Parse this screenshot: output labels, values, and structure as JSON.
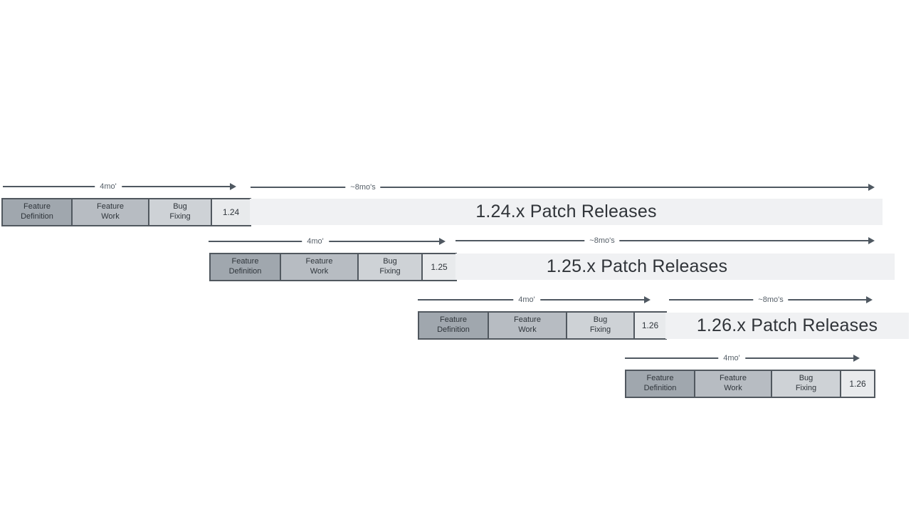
{
  "diagram": {
    "name": "release-cadence-diagram",
    "background": "#ffffff"
  },
  "colors": {
    "phase_feature_definition": "#a0a7ae",
    "phase_feature_work": "#b7bcc2",
    "phase_bug_fixing": "#ced2d6",
    "version_box": "#e8eaec",
    "box_border": "#51585f",
    "patch_bar": "#f0f1f3",
    "arrow": "#4f5861",
    "box_text": "#2f353b",
    "arrow_label_text": "#565f68",
    "patch_text": "#303439"
  },
  "rows": [
    {
      "version": "1.24",
      "phases": [
        "Feature\nDefinition",
        "Feature\nWork",
        "Bug\nFixing"
      ],
      "dev_duration": "4mo'",
      "patch_duration": "~8mo's",
      "patch_label": "1.24.x Patch Releases"
    },
    {
      "version": "1.25",
      "phases": [
        "Feature\nDefinition",
        "Feature\nWork",
        "Bug\nFixing"
      ],
      "dev_duration": "4mo'",
      "patch_duration": "~8mo's",
      "patch_label": "1.25.x Patch Releases"
    },
    {
      "version": "1.26",
      "phases": [
        "Feature\nDefinition",
        "Feature\nWork",
        "Bug\nFixing"
      ],
      "dev_duration": "4mo'",
      "patch_duration": "~8mo's",
      "patch_label": "1.26.x Patch Releases"
    },
    {
      "version": "1.26",
      "phases": [
        "Feature\nDefinition",
        "Feature\nWork",
        "Bug\nFixing"
      ],
      "dev_duration": "4mo'"
    }
  ]
}
